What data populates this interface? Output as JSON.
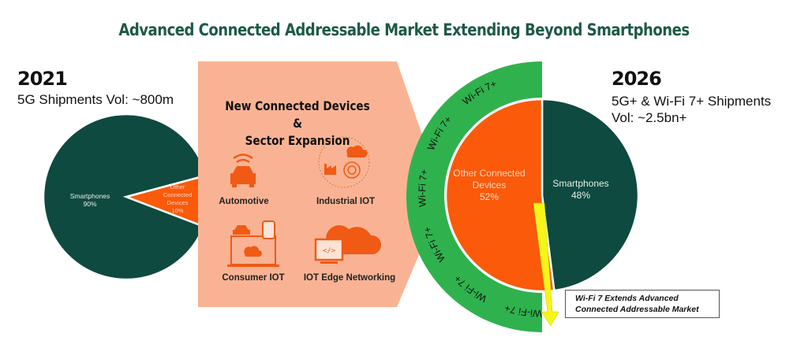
{
  "title": "Advanced Connected Addressable Market Extending Beyond Smartphones",
  "left": {
    "year": "2021",
    "subtitle": "5G Shipments Vol: ~800m"
  },
  "right": {
    "year": "2026",
    "subtitle_line1": "5G+ & Wi-Fi 7+ Shipments",
    "subtitle_line2": "Vol: ~2.5bn+"
  },
  "middle": {
    "heading_line1": "New Connected Devices &",
    "heading_line2": "Sector Expansion",
    "categories": [
      {
        "label": "Automotive",
        "icon": "car-wifi-icon"
      },
      {
        "label": "Industrial IOT",
        "icon": "factory-cloud-icon"
      },
      {
        "label": "Consumer IOT",
        "icon": "laptop-watch-icon"
      },
      {
        "label": "IOT Edge Networking",
        "icon": "monitor-cloud-icon"
      }
    ]
  },
  "ring_label": "Wi-Fi 7+",
  "callout_line1": "Wi-Fi 7 Extends Advanced",
  "callout_line2": "Connected Addressable Market",
  "colors": {
    "dark_green": "#0e4a3f",
    "orange": "#fa5a0a",
    "green_ring": "#2fb24d",
    "peach": "#f9b394",
    "yellow": "#f5f51a",
    "title": "#1e5a44"
  },
  "chart_data": [
    {
      "type": "pie",
      "title": "2021",
      "slices": [
        {
          "label": "Smartphones",
          "value": 90,
          "pct_label": "90%"
        },
        {
          "label": "Other Connected Devices",
          "value": 10,
          "pct_label": "10%"
        }
      ]
    },
    {
      "type": "pie",
      "title": "2026",
      "slices": [
        {
          "label": "Smartphones",
          "value": 48,
          "pct_label": "48%"
        },
        {
          "label": "Other Connected Devices",
          "value": 52,
          "pct_label": "52%"
        }
      ]
    }
  ]
}
